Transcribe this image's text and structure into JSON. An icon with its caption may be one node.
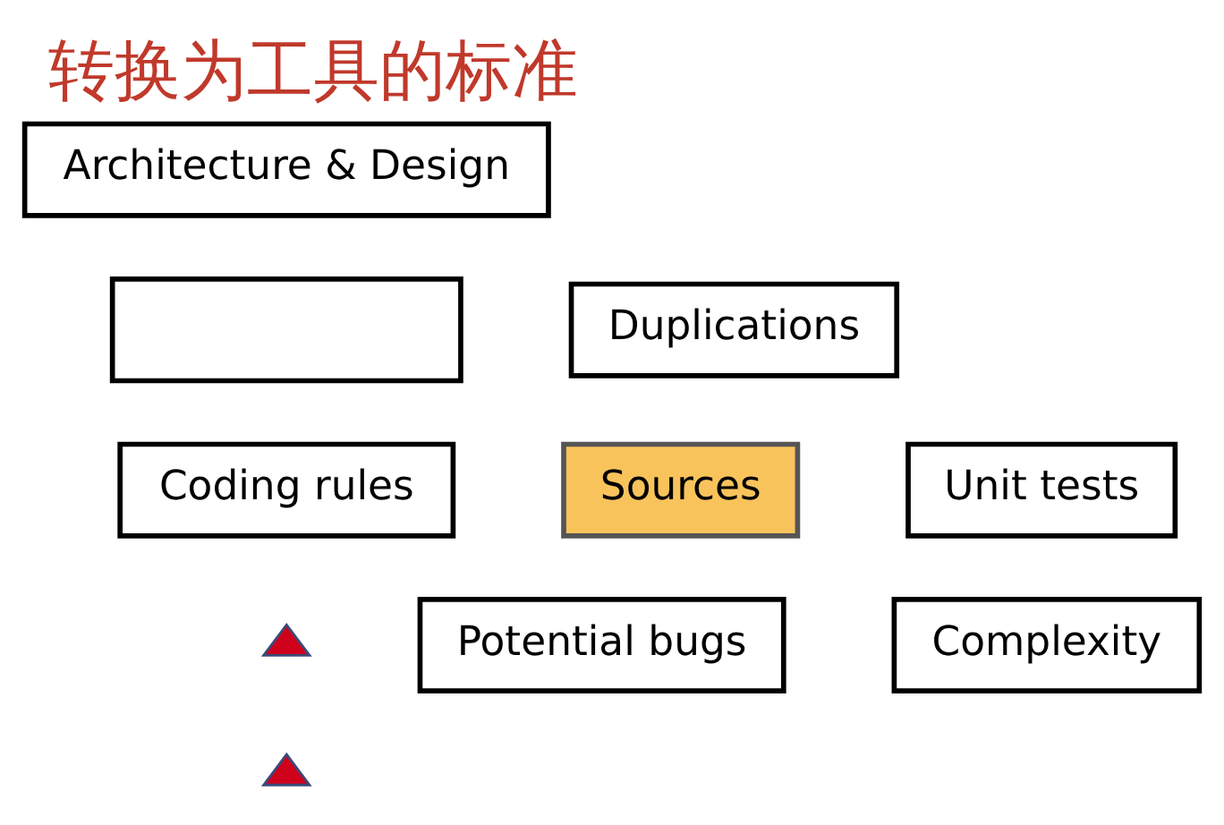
{
  "diagram": {
    "title": "转换为工具的标准",
    "nodes": [
      {
        "text": [
          "Architecture & Design"
        ]
      },
      {
        "text": [],
        "shape": "box"
      },
      {
        "text": [
          "Duplications"
        ]
      },
      {
        "text": [
          "Coding rules"
        ]
      },
      {
        "text": [
          "Sources"
        ]
      },
      {
        "text": [
          "Unit tests"
        ]
      },
      {
        "text": [],
        "shape": "triangle"
      },
      {
        "text": [
          "Potential bugs"
        ]
      },
      {
        "text": [
          "Complexity"
        ]
      },
      {
        "text": [],
        "shape": "triangle"
      }
    ],
    "edges": []
  }
}
